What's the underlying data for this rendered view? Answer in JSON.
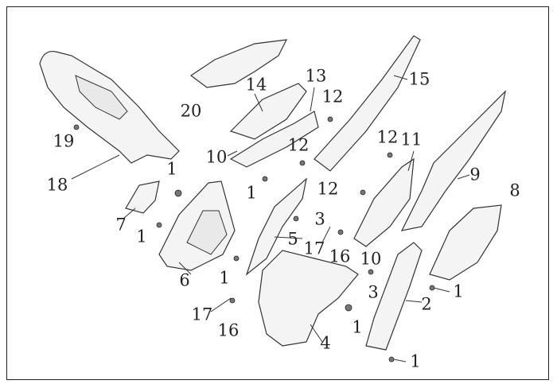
{
  "diagram": {
    "type": "exploded-parts-diagram",
    "callouts": [
      "20",
      "14",
      "13",
      "12",
      "15",
      "19",
      "10",
      "12",
      "12",
      "11",
      "18",
      "1",
      "9",
      "8",
      "12",
      "1",
      "7",
      "3",
      "1",
      "17",
      "5",
      "16",
      "10",
      "1",
      "6",
      "3",
      "1",
      "2",
      "17",
      "16",
      "1",
      "4",
      "1"
    ]
  }
}
